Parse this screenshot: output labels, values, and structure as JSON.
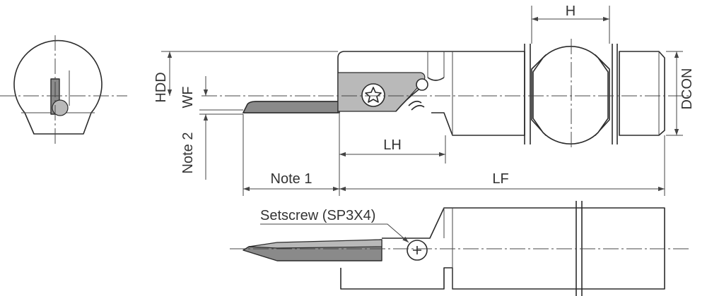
{
  "labels": {
    "h": "H",
    "hdd": "HDD",
    "wf": "WF",
    "note2": "Note 2",
    "dcon": "DCON",
    "lh": "LH",
    "note1": "Note 1",
    "lf": "LF",
    "setscrew": "Setscrew (SP3X4)"
  },
  "colors": {
    "line": "#2b2b2b",
    "insert": "#8a8a8a",
    "label": "#333333"
  }
}
